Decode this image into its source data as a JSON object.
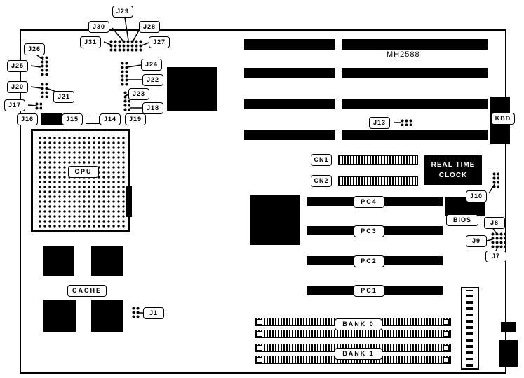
{
  "board": {
    "model": "MH2588",
    "jumpers": {
      "J1": "J1",
      "J7": "J7",
      "J8": "J8",
      "J9": "J9",
      "J10": "J10",
      "J13": "J13",
      "J14": "J14",
      "J15": "J15",
      "J16": "J16",
      "J17": "J17",
      "J18": "J18",
      "J19": "J19",
      "J20": "J20",
      "J21": "J21",
      "J22": "J22",
      "J23": "J23",
      "J24": "J24",
      "J25": "J25",
      "J26": "J26",
      "J27": "J27",
      "J28": "J28",
      "J29": "J29",
      "J30": "J30",
      "J31": "J31"
    },
    "components": {
      "cpu": "CPU",
      "cache": "CACHE",
      "kbd": "KBD",
      "cn1": "CN1",
      "cn2": "CN2",
      "rtc": "REAL TIME CLOCK",
      "bios": "BIOS",
      "pc1": "PC1",
      "pc2": "PC2",
      "pc3": "PC3",
      "pc4": "PC4",
      "bank0": "BANK 0",
      "bank1": "BANK 1"
    },
    "colors": {
      "line": "#000000",
      "background": "#ffffff"
    }
  }
}
